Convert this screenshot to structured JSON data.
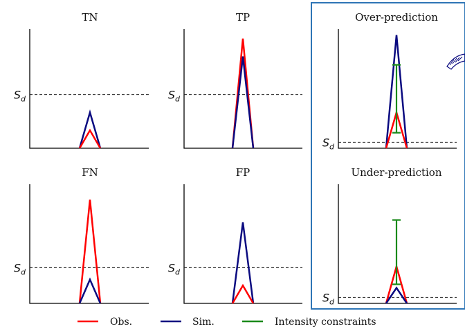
{
  "threshold_label_main": "S",
  "threshold_label_sub": "d",
  "colors": {
    "observed": "#ff0000",
    "simulated": "#0a0a80",
    "constraint": "#1a8a1a",
    "highlight_box": "#2e75b6"
  },
  "legend": {
    "observed": "Obs.",
    "simulated": "Sim.",
    "constraint": "Intensity constraints"
  },
  "panels": [
    {
      "id": "tn",
      "title": "TN",
      "obs_peak": 0.15,
      "sim_peak": 0.3,
      "threshold": 0.45,
      "constraint": false,
      "highlighted": false
    },
    {
      "id": "tp",
      "title": "TP",
      "obs_peak": 0.92,
      "sim_peak": 0.77,
      "threshold": 0.45,
      "constraint": false,
      "highlighted": false
    },
    {
      "id": "over",
      "title": "Over-prediction",
      "obs_peak": 0.3,
      "sim_peak": 0.95,
      "threshold": 0.05,
      "constraint": true,
      "constraint_low": 0.13,
      "constraint_high": 0.7,
      "highlighted": true
    },
    {
      "id": "fn",
      "title": "FN",
      "obs_peak": 0.87,
      "sim_peak": 0.2,
      "threshold": 0.3,
      "constraint": false,
      "highlighted": false
    },
    {
      "id": "fp",
      "title": "FP",
      "obs_peak": 0.15,
      "sim_peak": 0.68,
      "threshold": 0.3,
      "constraint": false,
      "highlighted": false
    },
    {
      "id": "under",
      "title": "Under-prediction",
      "obs_peak": 0.31,
      "sim_peak": 0.13,
      "threshold": 0.05,
      "constraint": true,
      "constraint_low": 0.16,
      "constraint_high": 0.7,
      "highlighted": true
    }
  ]
}
